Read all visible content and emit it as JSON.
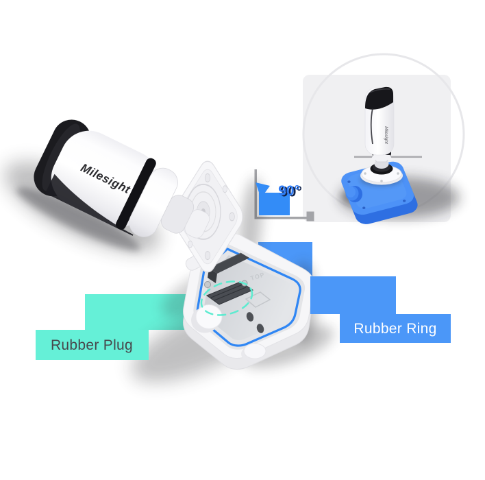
{
  "annotations": {
    "rubber_plug": {
      "label": "Rubber Plug",
      "fill": "#65F0D7",
      "text_color": "#47474B",
      "highlight_color": "#5DEBD0"
    },
    "rubber_ring": {
      "label": "Rubber Ring",
      "fill": "#4B97F8",
      "text_color": "#FFFFFF"
    },
    "rotation": {
      "label": "90°",
      "color": "#2F7CF6",
      "arrow_color": "#338CF7",
      "line_color": "#A3A4A8"
    }
  },
  "camera": {
    "brand_logo": "Milesight"
  },
  "inset": {
    "camera_logo": "Milesight",
    "panel_color": "#F0F0F2",
    "box_color": "#4D92F7",
    "ring_color": "#E7E7EA"
  },
  "junction_box": {
    "embossed_text": "TOP",
    "gasket_color": "#2F86F4"
  }
}
